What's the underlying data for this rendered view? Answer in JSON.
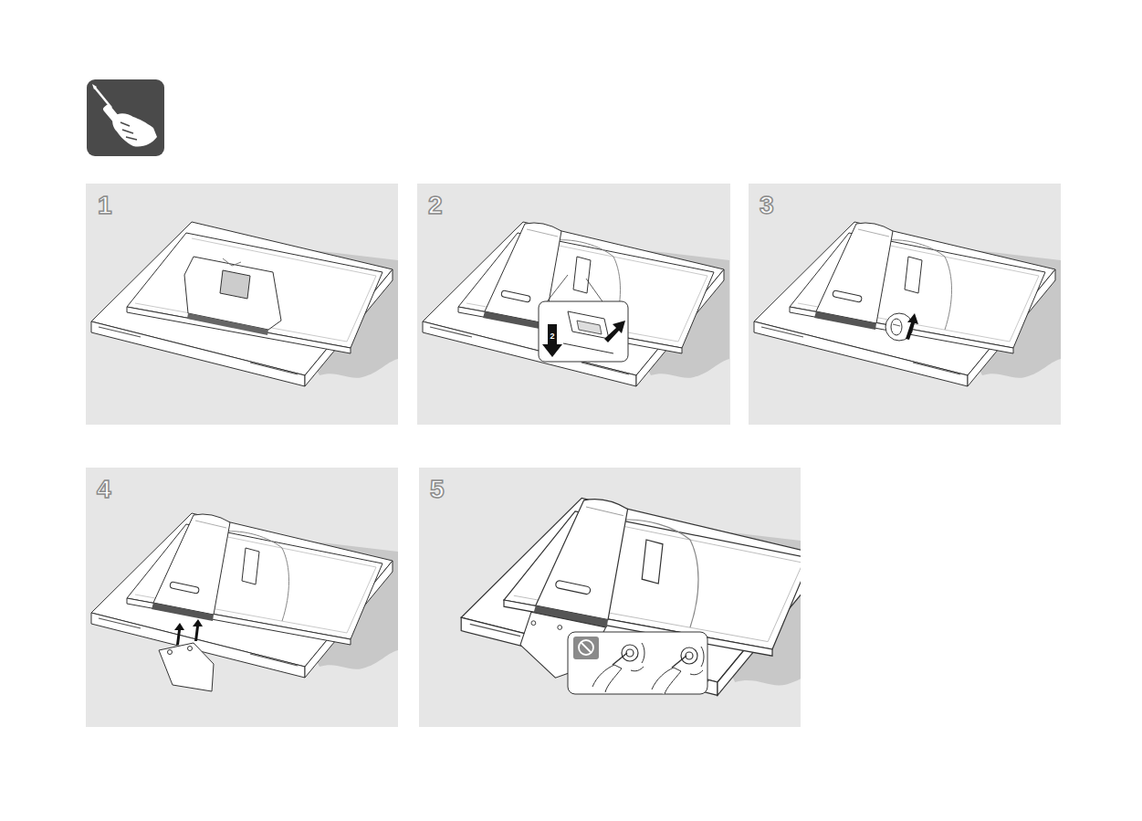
{
  "diagram": {
    "labels": [
      "1",
      "2",
      "3",
      "4",
      "5",
      "2"
    ]
  }
}
